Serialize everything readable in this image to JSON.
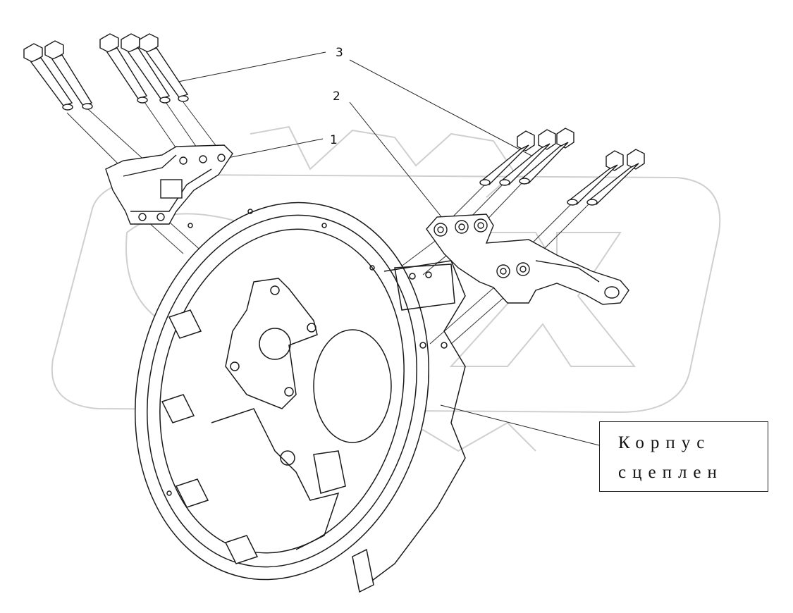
{
  "callouts": [
    "1",
    "2",
    "3"
  ],
  "label_box": {
    "line1": "Корпус",
    "line2": "сцеплен"
  },
  "watermark": {
    "word": "OPEX",
    "color": "#d8d8d8"
  },
  "colors": {
    "ink": "#1a1a1a",
    "background": "#ffffff"
  }
}
